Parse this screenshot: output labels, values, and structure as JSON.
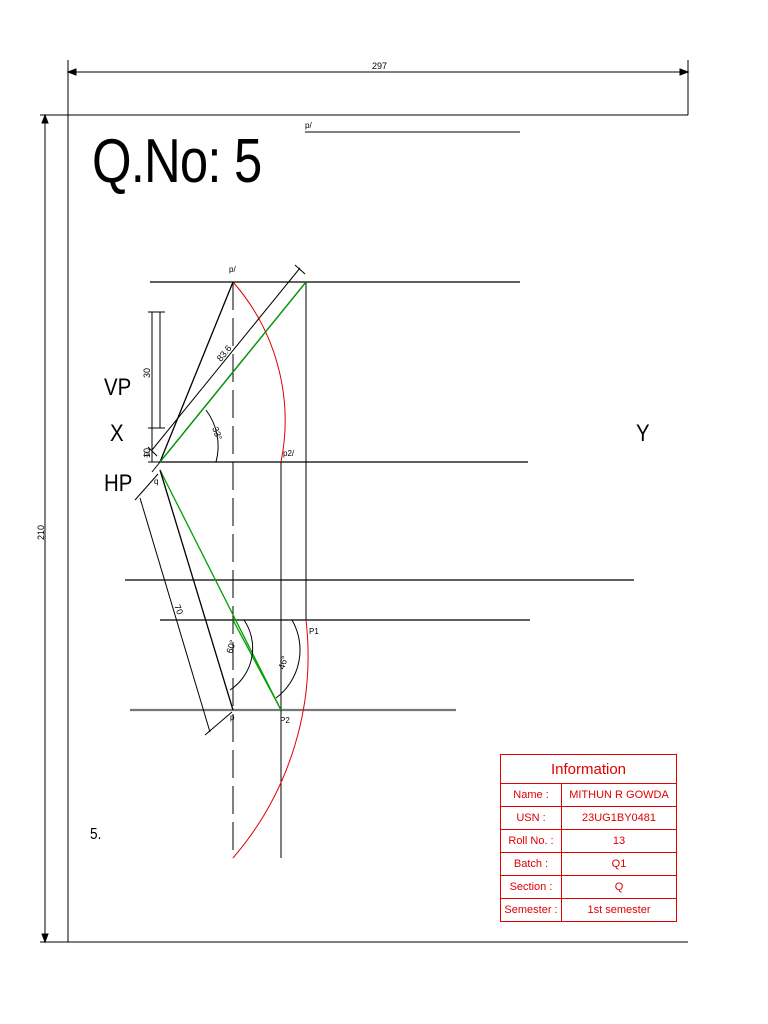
{
  "title": "Q.No: 5",
  "note": "5.",
  "dimensions": {
    "width": "297",
    "height": "210",
    "true_length": "83.6",
    "vertical_distance": "30",
    "q_above_hp": "10",
    "plan_length": "70"
  },
  "angles": {
    "elevation_angle": "33°",
    "plan_angle_a": "60°",
    "plan_angle_b": "46°"
  },
  "reference_labels": {
    "vp": "VP",
    "x": "X",
    "hp": "HP",
    "y": "Y"
  },
  "point_labels": {
    "p_dash_top": "p/",
    "p_dash": "p/",
    "p2_dash": "p2/",
    "q_dash": "q/",
    "q": "q",
    "p1": "P1",
    "p": "p",
    "p2": "P2"
  },
  "info": {
    "heading": "Information",
    "rows": [
      {
        "label": "Name :",
        "value": "MITHUN R GOWDA"
      },
      {
        "label": "USN :",
        "value": "23UG1BY0481"
      },
      {
        "label": "Roll No. :",
        "value": "13"
      },
      {
        "label": "Batch :",
        "value": "Q1"
      },
      {
        "label": "Section :",
        "value": "Q"
      },
      {
        "label": "Semester :",
        "value": "1st semester"
      }
    ]
  },
  "colors": {
    "line": "#000000",
    "arc": "#e00000",
    "green": "#00a000",
    "table": "#e00000"
  }
}
